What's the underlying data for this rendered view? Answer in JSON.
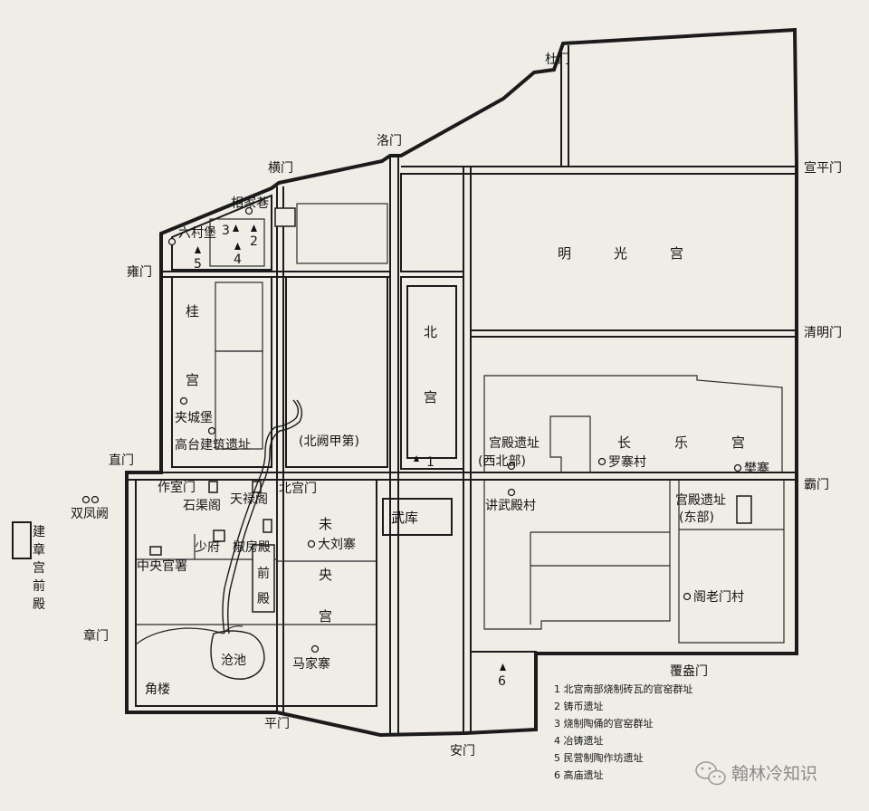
{
  "gates": {
    "du": "杜门",
    "luo": "洛门",
    "heng": "横门",
    "xuanping": "宣平门",
    "yong": "雍门",
    "qingming": "清明门",
    "zhi": "直门",
    "ba": "霸门",
    "zhang": "章门",
    "fuang": "覆盎门",
    "ping": "平门",
    "an": "安门"
  },
  "palaces": {
    "mingguang": [
      "明",
      "光",
      "宫"
    ],
    "gui": [
      "桂",
      "宫"
    ],
    "bei": [
      "北",
      "宫"
    ],
    "changle": [
      "长",
      "乐",
      "宫"
    ],
    "weiyang": [
      "未",
      "央",
      "宫"
    ],
    "beique": "(北阙甲第)",
    "wuku": "武库",
    "qian": [
      "前",
      "殿"
    ],
    "jianzhang": [
      "建",
      "章",
      "宫",
      "前",
      "殿"
    ]
  },
  "places": {
    "xiangjiaxiang": "相家巷",
    "liucunbao": "六村堡",
    "jiachengbao": "夹城堡",
    "gaotai": "高台建筑遗址",
    "gongdian_xb": [
      "宫殿遗址",
      "(西北部)"
    ],
    "luozhai": "罗寨村",
    "fanzhai": "樊寨",
    "gongdian_db": [
      "宫殿遗址",
      "(东部)"
    ],
    "jiangwudian": "讲武殿村",
    "gelaomen": "阁老门村",
    "shuangfengque": "双凤阙",
    "zuoshimen": "作室门",
    "tianlu": "天禄阁",
    "beigongmen": "北宫门",
    "shiqu": "石渠阁",
    "shaofu": "少府",
    "jiaofang": "椒房殿",
    "daliu": "大刘寨",
    "zhongyang": "中央官署",
    "cangchi": "沧池",
    "majia": "马家寨",
    "jiaolou": "角楼"
  },
  "markers": [
    "1",
    "2",
    "3",
    "4",
    "5",
    "6"
  ],
  "legend": [
    "1 北宫南部烧制砖瓦的官窑群址",
    "2 铸币遗址",
    "3 烧制陶俑的官窑群址",
    "4 冶铸遗址",
    "5 民营制陶作坊遗址",
    "6 高庙遗址"
  ],
  "watermark": "翰林冷知识"
}
